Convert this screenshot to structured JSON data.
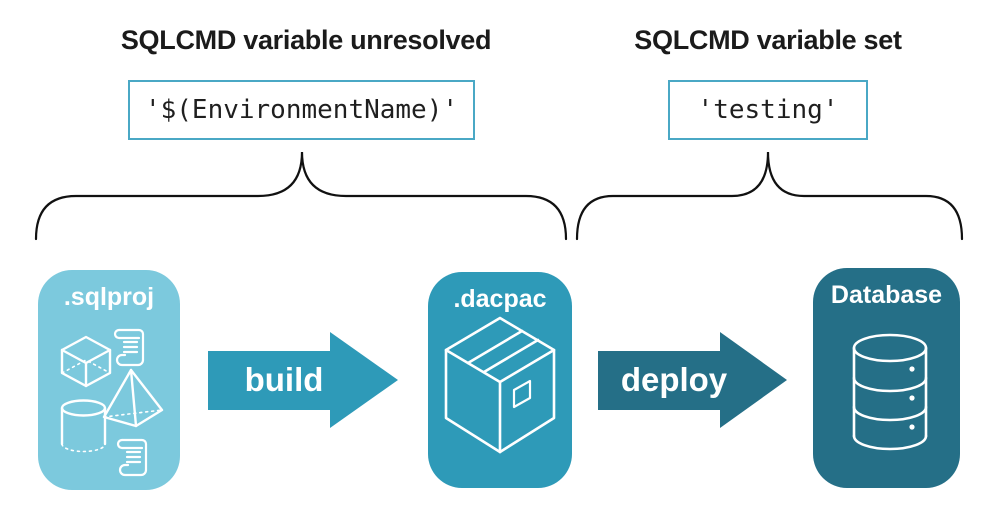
{
  "annotations": {
    "left": {
      "title": "SQLCMD variable unresolved",
      "value": "'$(EnvironmentName)'"
    },
    "right": {
      "title": "SQLCMD variable set",
      "value": "'testing'"
    }
  },
  "pipeline": {
    "stages": [
      {
        "label": ".sqlproj",
        "icon": "sql-objects-icons",
        "color": "#7cc9dd"
      },
      {
        "label": ".dacpac",
        "icon": "package-box-icon",
        "color": "#2e9ab8"
      },
      {
        "label": "Database",
        "icon": "database-cylinder-icon",
        "color": "#256f87"
      }
    ],
    "arrows": [
      {
        "label": "build",
        "color": "#2e9ab8"
      },
      {
        "label": "deploy",
        "color": "#256f87"
      }
    ]
  },
  "colors": {
    "background": "#ffffff",
    "heading_text": "#1b1b1b",
    "code_box_border": "#4aa8c5",
    "code_text": "#1f1f1f",
    "brace_stroke": "#111111",
    "icon_stroke": "#ffffff"
  }
}
